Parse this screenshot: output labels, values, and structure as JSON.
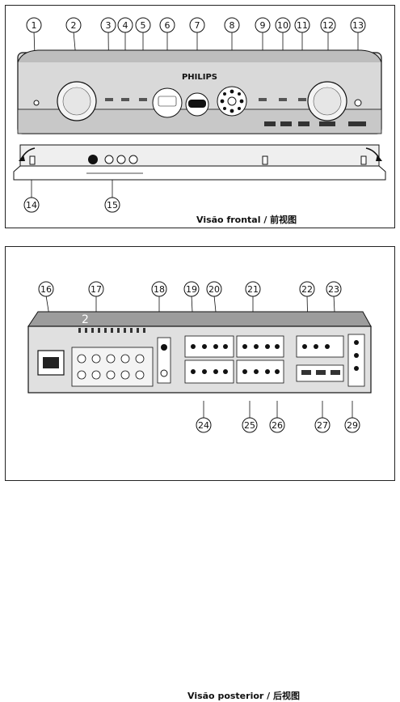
{
  "front": {
    "caption": "Visão frontal / 前视图",
    "brand": "PHILIPS",
    "callouts_top": [
      "1",
      "2",
      "3",
      "4",
      "5",
      "6",
      "7",
      "8",
      "9",
      "10",
      "11",
      "12",
      "13"
    ],
    "callouts_bottom": [
      "14",
      "15"
    ],
    "watermark": "2"
  },
  "rear": {
    "caption": "Visão posterior / 后视图",
    "callouts_top": [
      "16",
      "17",
      "18",
      "19",
      "20",
      "21",
      "22",
      "23"
    ],
    "callouts_bottom": [
      "24",
      "25",
      "26",
      "27",
      "29"
    ]
  }
}
